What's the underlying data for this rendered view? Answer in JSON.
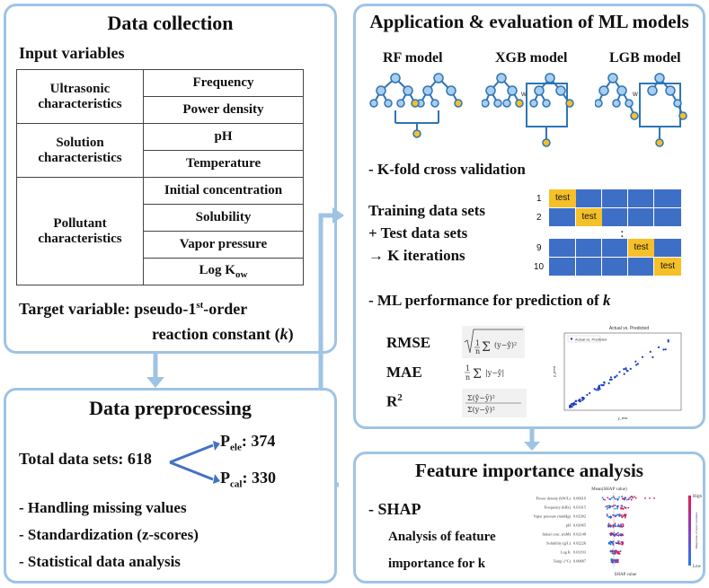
{
  "data_collection": {
    "title": "Data collection",
    "input_label": "Input variables",
    "groups": [
      {
        "name": "Ultrasonic characteristics",
        "vars": [
          "Frequency",
          "Power density"
        ]
      },
      {
        "name": "Solution characteristics",
        "vars": [
          "pH",
          "Temperature"
        ]
      },
      {
        "name": "Pollutant characteristics",
        "vars": [
          "Initial concentration",
          "Solubility",
          "Vapor pressure",
          "Log K"
        ]
      }
    ],
    "log_k_sub": "ow",
    "target_line1_a": "Target variable: pseudo-1",
    "target_sup": "st",
    "target_line1_b": "-order",
    "target_line2_a": "reaction constant (",
    "target_k": "k",
    "target_line2_b": ")"
  },
  "data_preprocessing": {
    "title": "Data preprocessing",
    "total": "Total data sets: 618",
    "p_ele_label": "P",
    "p_ele_sub": "ele",
    "p_ele_value": ": 374",
    "p_cal_label": "P",
    "p_cal_sub": "cal",
    "p_cal_value": ": 330",
    "items": [
      "- Handling missing values",
      "- Standardization (z-scores)",
      "- Statistical data analysis"
    ]
  },
  "ml_models": {
    "title": "Application & evaluation of ML models",
    "models": [
      "RF model",
      "XGB model",
      "LGB model"
    ],
    "w_label": "w",
    "kfold": "- K-fold cross validation",
    "training_lines": [
      "Training data sets",
      "+ Test data sets",
      "→ K iterations"
    ],
    "cv_rows": [
      "1",
      "2",
      "9",
      "10"
    ],
    "cv_test": "test",
    "performance_a": "- ML performance for prediction of ",
    "performance_k": "k",
    "metrics": [
      "RMSE",
      "MAE",
      "R"
    ],
    "r2_sup": "2",
    "scatter_title": "Actual vs. Predicted",
    "scatter_legend": "Actual vs. Predicted",
    "scatter_xlabel": "y_test",
    "scatter_ylabel": "y_pred"
  },
  "feature_importance": {
    "title": "Feature importance analysis",
    "shap": "- SHAP",
    "desc_lines": [
      "Analysis of feature",
      "importance for k"
    ],
    "plot_title": "Mean(SHAP value)",
    "features": [
      "Power density (kW/L)",
      "Frequency (kHz)",
      "Vapor pressure (mmHg)",
      "pH",
      "Initial conc. (mM)",
      "Solubility (g/L)",
      "Log K",
      "Temp. (°C)"
    ],
    "values": [
      "0.06619",
      "0.03315",
      "0.02302",
      "0.02065",
      "0.02148",
      "0.02226",
      "0.01193",
      "0.00687"
    ],
    "xlabel": "SHAP value",
    "high": "High",
    "low": "Low",
    "bar_label": "Magnitude of input variables"
  }
}
